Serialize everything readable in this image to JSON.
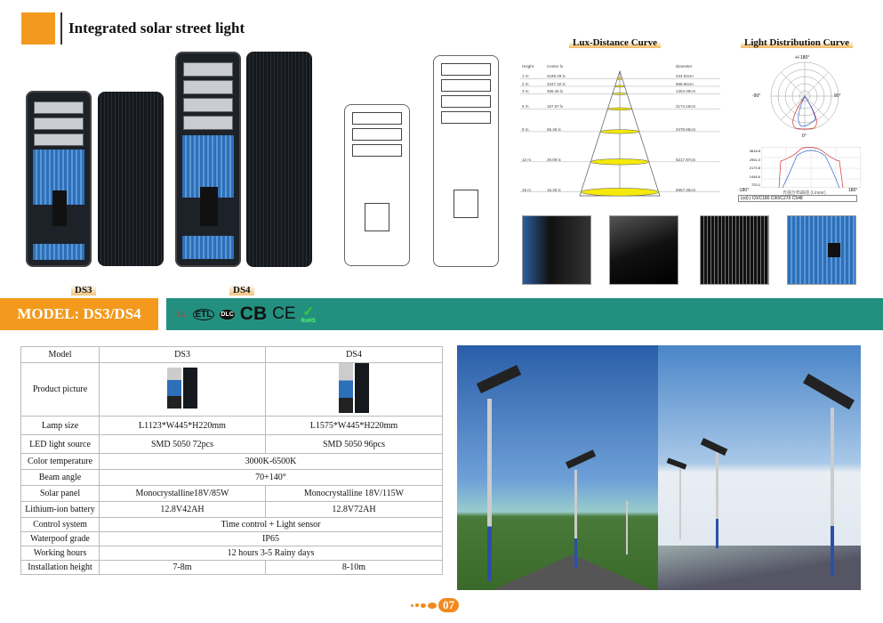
{
  "header": {
    "title": "Integrated solar street light"
  },
  "products": {
    "ds3_label": "DS3",
    "ds4_label": "DS4"
  },
  "lux_chart": {
    "title": "Lux-Distance Curve",
    "col_height": "Height",
    "col_center": "Center lx",
    "col_diameter": "Diameter",
    "rows": [
      {
        "height": "1 m",
        "lux": "4189.29 lx",
        "diameter": "434.83cm",
        "h": 1
      },
      {
        "height": "2 m",
        "lux": "1047.32 lx",
        "diameter": "869.66cm",
        "h": 2
      },
      {
        "height": "3 m",
        "lux": "465.46 lx",
        "diameter": "1304.49cm",
        "h": 3
      },
      {
        "height": "5 m",
        "lux": "167.57 lx",
        "diameter": "2174.16cm",
        "h": 5
      },
      {
        "height": "8 m",
        "lux": "65.46 lx",
        "diameter": "3478.65cm",
        "h": 8
      },
      {
        "height": "12 m",
        "lux": "29.09 lx",
        "diameter": "5217.97cm",
        "h": 12
      },
      {
        "height": "16 m",
        "lux": "16.36 lx",
        "diameter": "6957.30cm",
        "h": 16
      }
    ]
  },
  "light_chart": {
    "title": "Light Distribution Curve",
    "top": "+/-180°",
    "left": "-90°",
    "right": "90°",
    "bottom": "0°",
    "yticks": [
      "3618.6",
      "2951.3",
      "2170.8",
      "1446.6",
      "723.1"
    ],
    "xmin": "-180°",
    "xmax": "180°",
    "caption": "光强分布曲线 (Linear)",
    "legend": "(cd) | C0/C180  C90/C270  C548"
  },
  "model_bar": {
    "label": "MODEL: DS3/DS4",
    "certs": [
      "UL",
      "ETL",
      "DLC",
      "CB",
      "CE",
      "RoHS"
    ]
  },
  "colors": {
    "orange": "#f39a1e",
    "teal": "#23907f"
  },
  "spec_table": {
    "header": [
      "Model",
      "DS3",
      "DS4"
    ],
    "picture_label": "Product picture",
    "rows": [
      {
        "label": "Lamp size",
        "ds3": "L1123*W445*H220mm",
        "ds4": "L1575*W445*H220mm"
      },
      {
        "label": "LED light source",
        "ds3": "SMD 5050 72pcs",
        "ds4": "SMD 5050 96pcs"
      },
      {
        "label": "Color temperature",
        "both": "3000K-6500K"
      },
      {
        "label": "Beam angle",
        "both": "70+140°"
      },
      {
        "label": "Solar panel",
        "ds3": "Monocrystalline18V/85W",
        "ds4": "Monocrystalline 18V/115W"
      },
      {
        "label": "Lithium-ion battery",
        "ds3": "12.8V42AH",
        "ds4": "12.8V72AH"
      },
      {
        "label": "Control system",
        "both": "Time control + Light sensor"
      },
      {
        "label": "Waterpoof grade",
        "both": "IP65"
      },
      {
        "label": "Working hours",
        "both": "12 hours 3-5 Rainy days"
      },
      {
        "label": "Installation height",
        "ds3": "7-8m",
        "ds4": "8-10m"
      }
    ]
  },
  "footer": {
    "page": "07"
  }
}
